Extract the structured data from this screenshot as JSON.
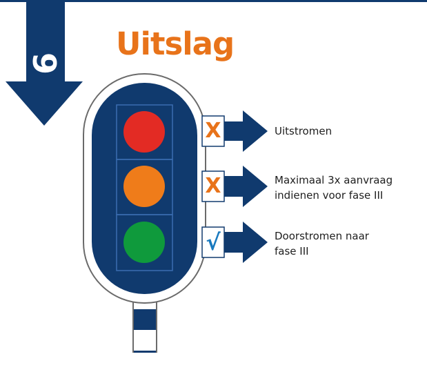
{
  "step": {
    "number": "9"
  },
  "title": "Uitslag",
  "outcomes": [
    {
      "light": "red",
      "mark": "X",
      "label_lines": [
        "Uitstromen"
      ]
    },
    {
      "light": "orange",
      "mark": "X",
      "label_lines": [
        "Maximaal 3x aanvraag",
        "indienen voor fase III"
      ]
    },
    {
      "light": "green",
      "mark": "√",
      "label_lines": [
        "Doorstromen naar",
        "fase III"
      ]
    }
  ],
  "colors": {
    "navy": "#103a6e",
    "title_orange": "#e8731a",
    "lamp_red": "#e32b24",
    "lamp_orange": "#ef7c1a",
    "lamp_green": "#0f9a3c",
    "check_blue": "#1a7abf"
  }
}
